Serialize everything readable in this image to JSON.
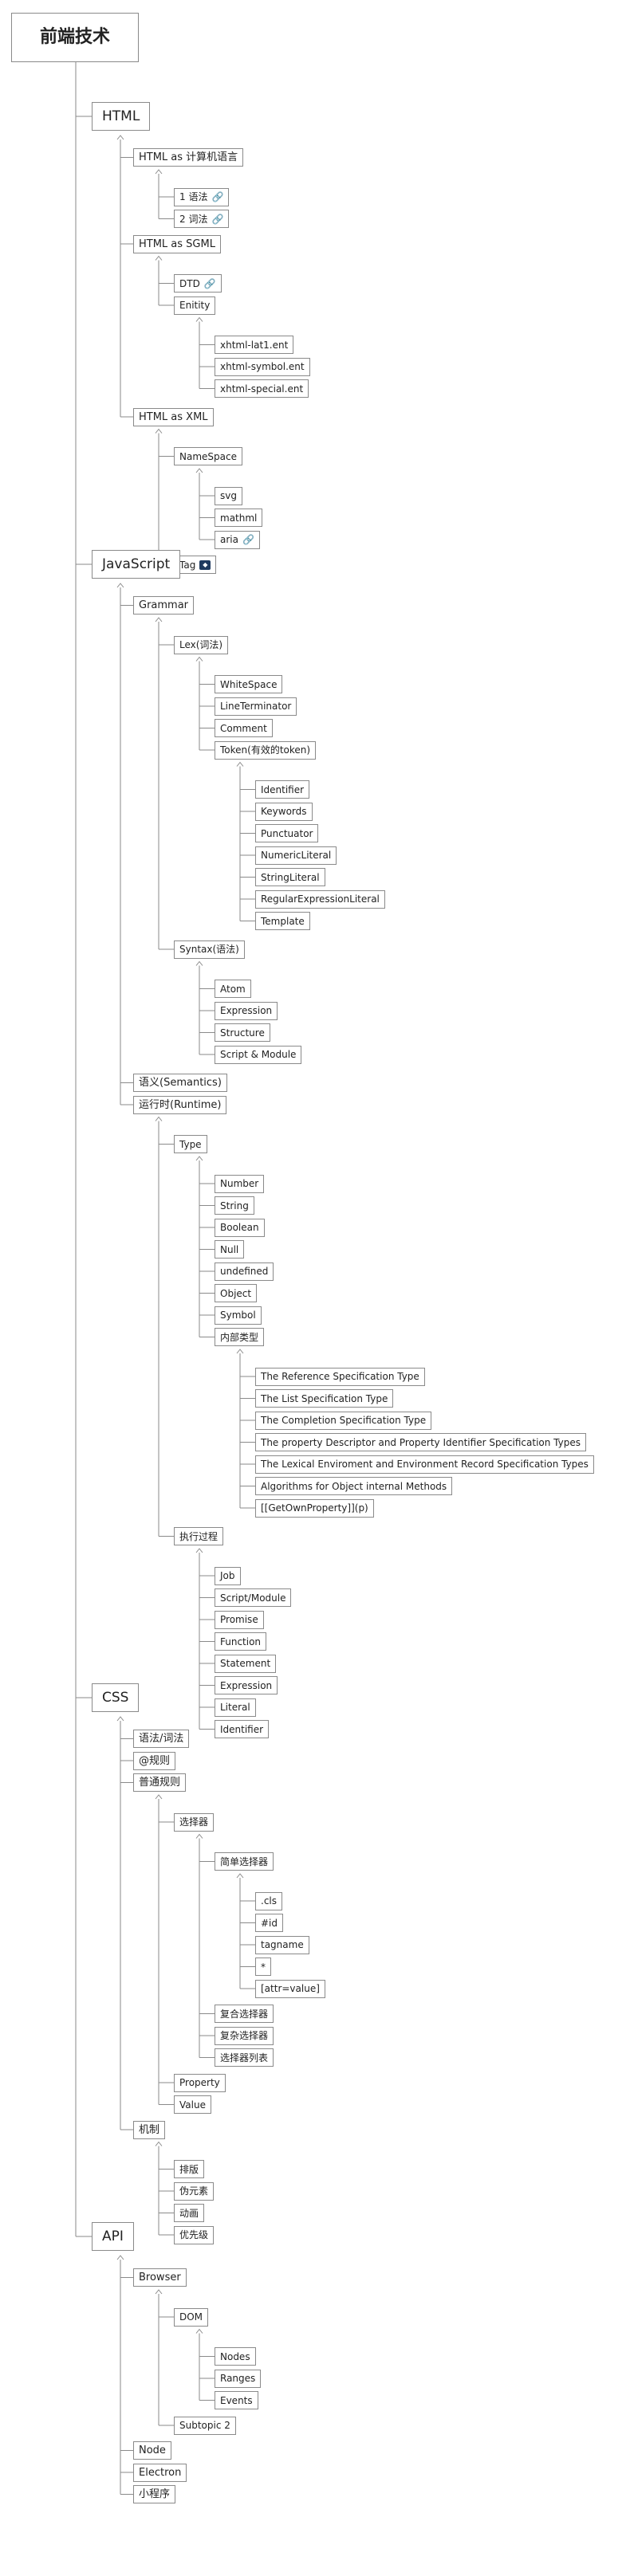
{
  "root": {
    "label": "前端技术"
  },
  "sections": [
    {
      "label": "HTML",
      "children": [
        {
          "label": "HTML as 计算机语言",
          "children": [
            {
              "label": "1 语法",
              "icon": "link-icon"
            },
            {
              "label": "2 词法",
              "icon": "link-icon"
            }
          ]
        },
        {
          "label": "HTML as SGML",
          "children": [
            {
              "label": "DTD",
              "icon": "link-icon"
            },
            {
              "label": "Enitity",
              "children": [
                {
                  "label": "xhtml-lat1.ent"
                },
                {
                  "label": "xhtml-symbol.ent"
                },
                {
                  "label": "xhtml-special.ent"
                }
              ]
            }
          ]
        },
        {
          "label": "HTML as XML",
          "children": [
            {
              "label": "NameSpace",
              "children": [
                {
                  "label": "svg"
                },
                {
                  "label": "mathml"
                },
                {
                  "label": "aria",
                  "icon": "link-icon"
                }
              ]
            },
            {
              "label": "Tag",
              "icon": "tag-icon"
            }
          ]
        }
      ]
    },
    {
      "label": "JavaScript",
      "children": [
        {
          "label": "Grammar",
          "children": [
            {
              "label": "Lex(词法)",
              "children": [
                {
                  "label": "WhiteSpace"
                },
                {
                  "label": "LineTerminator"
                },
                {
                  "label": "Comment"
                },
                {
                  "label": "Token(有效的token)",
                  "children": [
                    {
                      "label": "Identifier"
                    },
                    {
                      "label": "Keywords"
                    },
                    {
                      "label": "Punctuator"
                    },
                    {
                      "label": "NumericLiteral"
                    },
                    {
                      "label": "StringLiteral"
                    },
                    {
                      "label": "RegularExpressionLiteral"
                    },
                    {
                      "label": "Template"
                    }
                  ]
                }
              ]
            },
            {
              "label": "Syntax(语法)",
              "children": [
                {
                  "label": "Atom"
                },
                {
                  "label": "Expression"
                },
                {
                  "label": "Structure"
                },
                {
                  "label": "Script & Module"
                }
              ]
            }
          ]
        },
        {
          "label": "语义(Semantics)"
        },
        {
          "label": "运行时(Runtime)",
          "children": [
            {
              "label": "Type",
              "children": [
                {
                  "label": "Number"
                },
                {
                  "label": "String"
                },
                {
                  "label": "Boolean"
                },
                {
                  "label": "Null"
                },
                {
                  "label": "undefined"
                },
                {
                  "label": "Object"
                },
                {
                  "label": "Symbol"
                },
                {
                  "label": "内部类型",
                  "children": [
                    {
                      "label": "The Reference Specification Type"
                    },
                    {
                      "label": "The List Specification Type"
                    },
                    {
                      "label": "The Completion Specification Type"
                    },
                    {
                      "label": "The property Descriptor and Property Identifier Specification Types"
                    },
                    {
                      "label": "The Lexical Enviroment and Environment Record Specification Types"
                    },
                    {
                      "label": "Algorithms for Object internal Methods"
                    },
                    {
                      "label": "[[GetOwnProperty]](p)"
                    }
                  ]
                }
              ]
            },
            {
              "label": "执行过程",
              "children": [
                {
                  "label": "Job"
                },
                {
                  "label": "Script/Module"
                },
                {
                  "label": "Promise"
                },
                {
                  "label": "Function"
                },
                {
                  "label": "Statement"
                },
                {
                  "label": "Expression"
                },
                {
                  "label": "Literal"
                },
                {
                  "label": "Identifier"
                }
              ]
            }
          ]
        }
      ]
    },
    {
      "label": "CSS",
      "children": [
        {
          "label": "语法/词法"
        },
        {
          "label": "@规则"
        },
        {
          "label": "普通规则",
          "children": [
            {
              "label": "选择器",
              "children": [
                {
                  "label": "简单选择器",
                  "children": [
                    {
                      "label": ".cls"
                    },
                    {
                      "label": "#id"
                    },
                    {
                      "label": "tagname"
                    },
                    {
                      "label": "*"
                    },
                    {
                      "label": "[attr=value]"
                    }
                  ]
                },
                {
                  "label": "复合选择器"
                },
                {
                  "label": "复杂选择器"
                },
                {
                  "label": "选择器列表"
                }
              ]
            },
            {
              "label": "Property"
            },
            {
              "label": "Value"
            }
          ]
        },
        {
          "label": "机制",
          "children": [
            {
              "label": "排版"
            },
            {
              "label": "伪元素"
            },
            {
              "label": "动画"
            },
            {
              "label": "优先级"
            }
          ]
        }
      ]
    },
    {
      "label": "API",
      "children": [
        {
          "label": "Browser",
          "children": [
            {
              "label": "DOM",
              "children": [
                {
                  "label": "Nodes"
                },
                {
                  "label": "Ranges"
                },
                {
                  "label": "Events"
                }
              ]
            },
            {
              "label": "Subtopic 2"
            }
          ]
        },
        {
          "label": "Node"
        },
        {
          "label": "Electron"
        },
        {
          "label": "小程序"
        }
      ]
    }
  ],
  "colors": {
    "line": "#8a8a8a",
    "node_border": "#8a8a8a",
    "link": "#2f7fd9",
    "tag_bg": "#1f3a5f"
  }
}
